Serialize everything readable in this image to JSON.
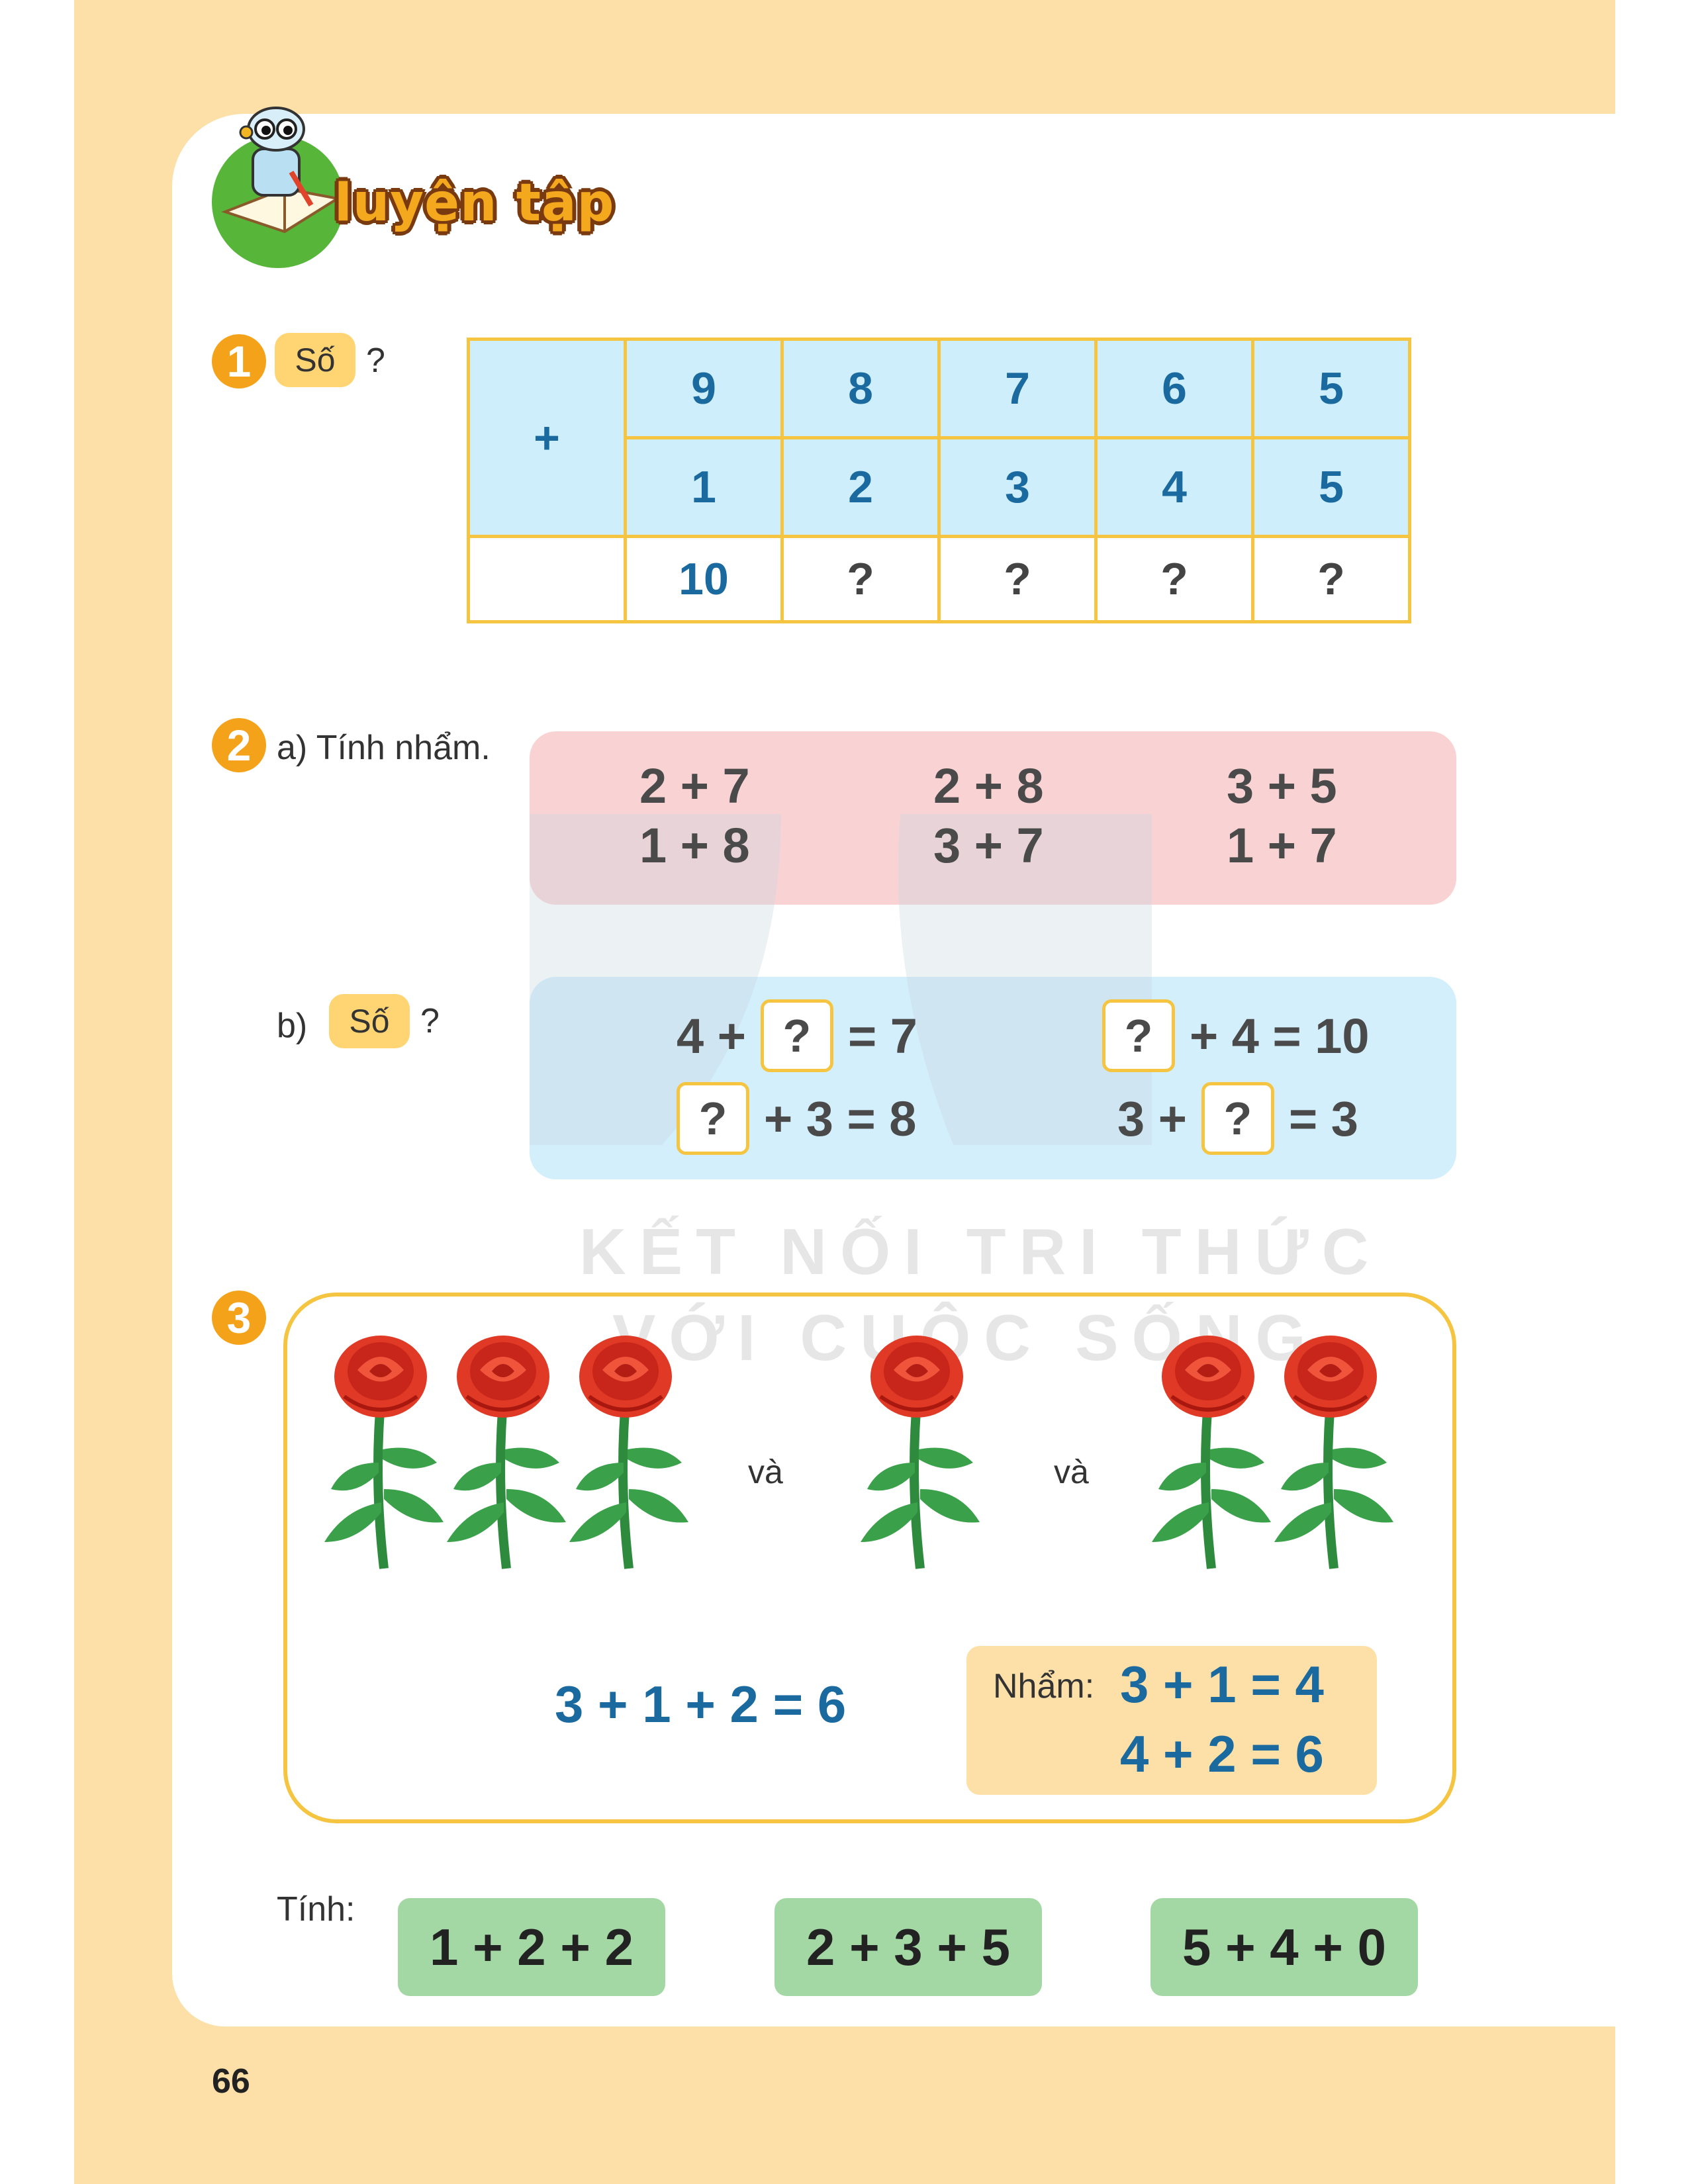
{
  "header": {
    "title": "luyện tập"
  },
  "ex1": {
    "number": "1",
    "label": "Số",
    "qmark": "?",
    "table": {
      "operator": "+",
      "row1": [
        "9",
        "8",
        "7",
        "6",
        "5"
      ],
      "row2": [
        "1",
        "2",
        "3",
        "4",
        "5"
      ],
      "results": [
        "10",
        "?",
        "?",
        "?",
        "?"
      ]
    }
  },
  "ex2": {
    "number": "2",
    "part_a": {
      "label": "a) Tính nhẩm.",
      "col1": [
        "2 + 7",
        "1 + 8"
      ],
      "col2": [
        "2 + 8",
        "3 + 7"
      ],
      "col3": [
        "3 + 5",
        "1 + 7"
      ]
    },
    "part_b": {
      "letter": "b)",
      "label": "Số",
      "qmark": "?",
      "box": "?",
      "eq1_pre": "4 +",
      "eq1_post": "= 7",
      "eq2_post": "+ 4 = 10",
      "eq3_post": "+ 3 = 8",
      "eq4_pre": "3 +",
      "eq4_post": "= 3"
    }
  },
  "watermark": {
    "line1": "KẾT NỐI TRI THỨC",
    "line2": "VỚI CUỘC SỐNG"
  },
  "ex3": {
    "number": "3",
    "joiner1": "và",
    "joiner2": "và",
    "equation": "3 + 1 + 2 = 6",
    "nham_label": "Nhẩm:",
    "nham_line1": "3 + 1 = 4",
    "nham_line2": "4 + 2 = 6",
    "tinh_label": "Tính:",
    "tasks": [
      "1 + 2 + 2",
      "2 + 3 + 5",
      "5 + 4 + 0"
    ]
  },
  "footer": {
    "page_number": "66"
  },
  "colors": {
    "accent_orange": "#f5a21b",
    "answer_blue": "#1a6aa0",
    "page_bg": "#fde0a8"
  },
  "icons": {
    "mascot": "robot-reading-icon",
    "flower": "rose-icon"
  }
}
